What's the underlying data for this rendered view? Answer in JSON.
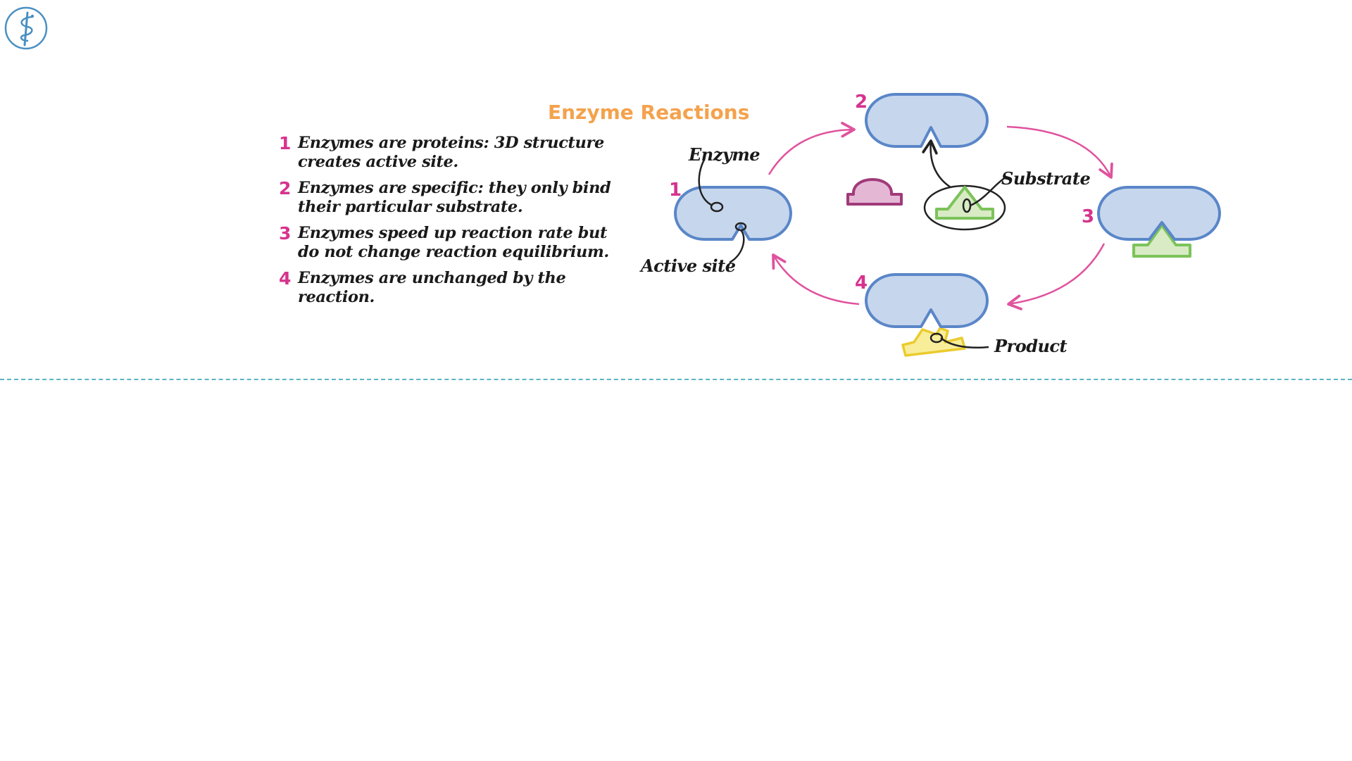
{
  "logo": {
    "icon": "caduceus-icon",
    "color": "#4A90C2"
  },
  "title": "Enzyme Reactions",
  "points": [
    {
      "num": "1",
      "text": "Enzymes are proteins: 3D structure creates active site."
    },
    {
      "num": "2",
      "text": "Enzymes are specific: they only bind their particular substrate."
    },
    {
      "num": "3",
      "text": "Enzymes speed up reaction rate but do not change reaction equilibrium."
    },
    {
      "num": "4",
      "text": "Enzymes are unchanged by the reaction."
    }
  ],
  "diagram": {
    "step_labels": [
      "1",
      "2",
      "3",
      "4"
    ],
    "labels": {
      "enzyme": "Enzyme",
      "active_site": "Active site",
      "substrate": "Substrate",
      "product": "Product"
    }
  },
  "colors": {
    "title": "#F4A24D",
    "number": "#D6338E",
    "arrow": "#E0529E",
    "enzyme_fill": "#C6D6EC",
    "enzyme_stroke": "#5A86C8",
    "substrate_fill": "#D8EBC4",
    "substrate_stroke": "#7CC35A",
    "other_substrate_fill": "#E4B8D4",
    "other_substrate_stroke": "#A13A7A",
    "product_fill": "#F8EE9A",
    "product_stroke": "#EBCB2E",
    "divider": "#5BB5C7"
  }
}
